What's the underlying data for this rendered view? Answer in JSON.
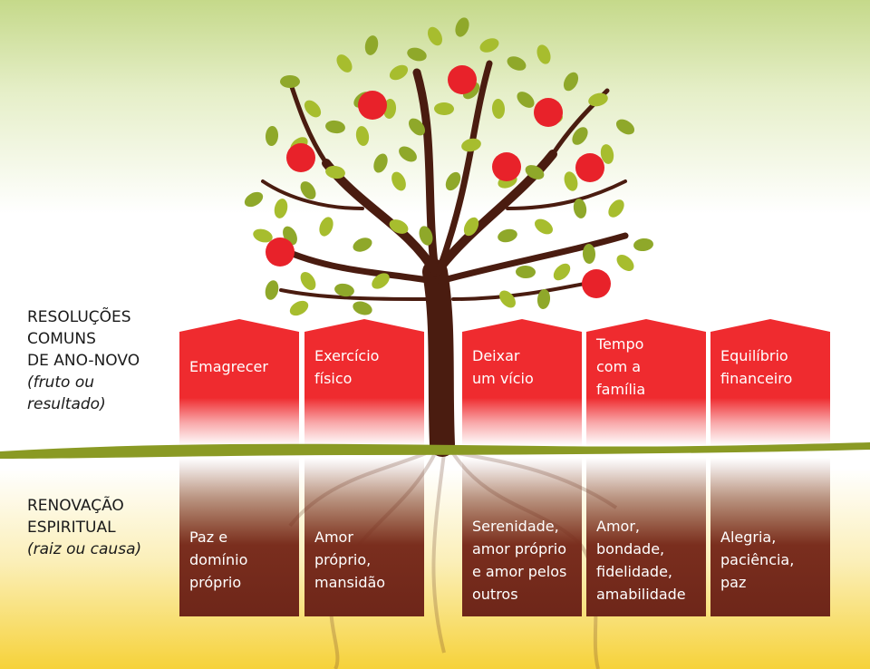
{
  "left_labels": {
    "top": {
      "lines": [
        "RESOLUÇÕES",
        "COMUNS",
        "DE ANO-NOVO"
      ],
      "sub": [
        "(fruto ou",
        "resultado)"
      ]
    },
    "bottom": {
      "lines": [
        "RENOVAÇÃO",
        "ESPIRITUAL"
      ],
      "sub": [
        "(raiz ou causa)"
      ]
    }
  },
  "columns": [
    {
      "fruit": [
        "Emagrecer"
      ],
      "root": [
        "Paz e",
        "domínio",
        "próprio"
      ]
    },
    {
      "fruit": [
        "Exercício",
        "físico"
      ],
      "root": [
        "Amor",
        "próprio,",
        "mansidão"
      ]
    },
    {
      "fruit": [
        "Deixar",
        "um vício"
      ],
      "root": [
        "Serenidade,",
        "amor próprio",
        "e amor pelos",
        "outros"
      ]
    },
    {
      "fruit": [
        "Tempo",
        "com a",
        "família"
      ],
      "root": [
        "Amor,",
        "bondade,",
        "fidelidade,",
        "amabilidade"
      ]
    },
    {
      "fruit": [
        "Equilíbrio",
        "financeiro"
      ],
      "root": [
        "Alegria,",
        "paciência,",
        "paz"
      ]
    }
  ],
  "colors": {
    "fruit_box": "#ef2b2f",
    "root_box": "#7a2e1e",
    "leaf": "#a7bd2e",
    "apple": "#e8222a",
    "trunk": "#4a1c10",
    "ground": "#8a9a24"
  }
}
